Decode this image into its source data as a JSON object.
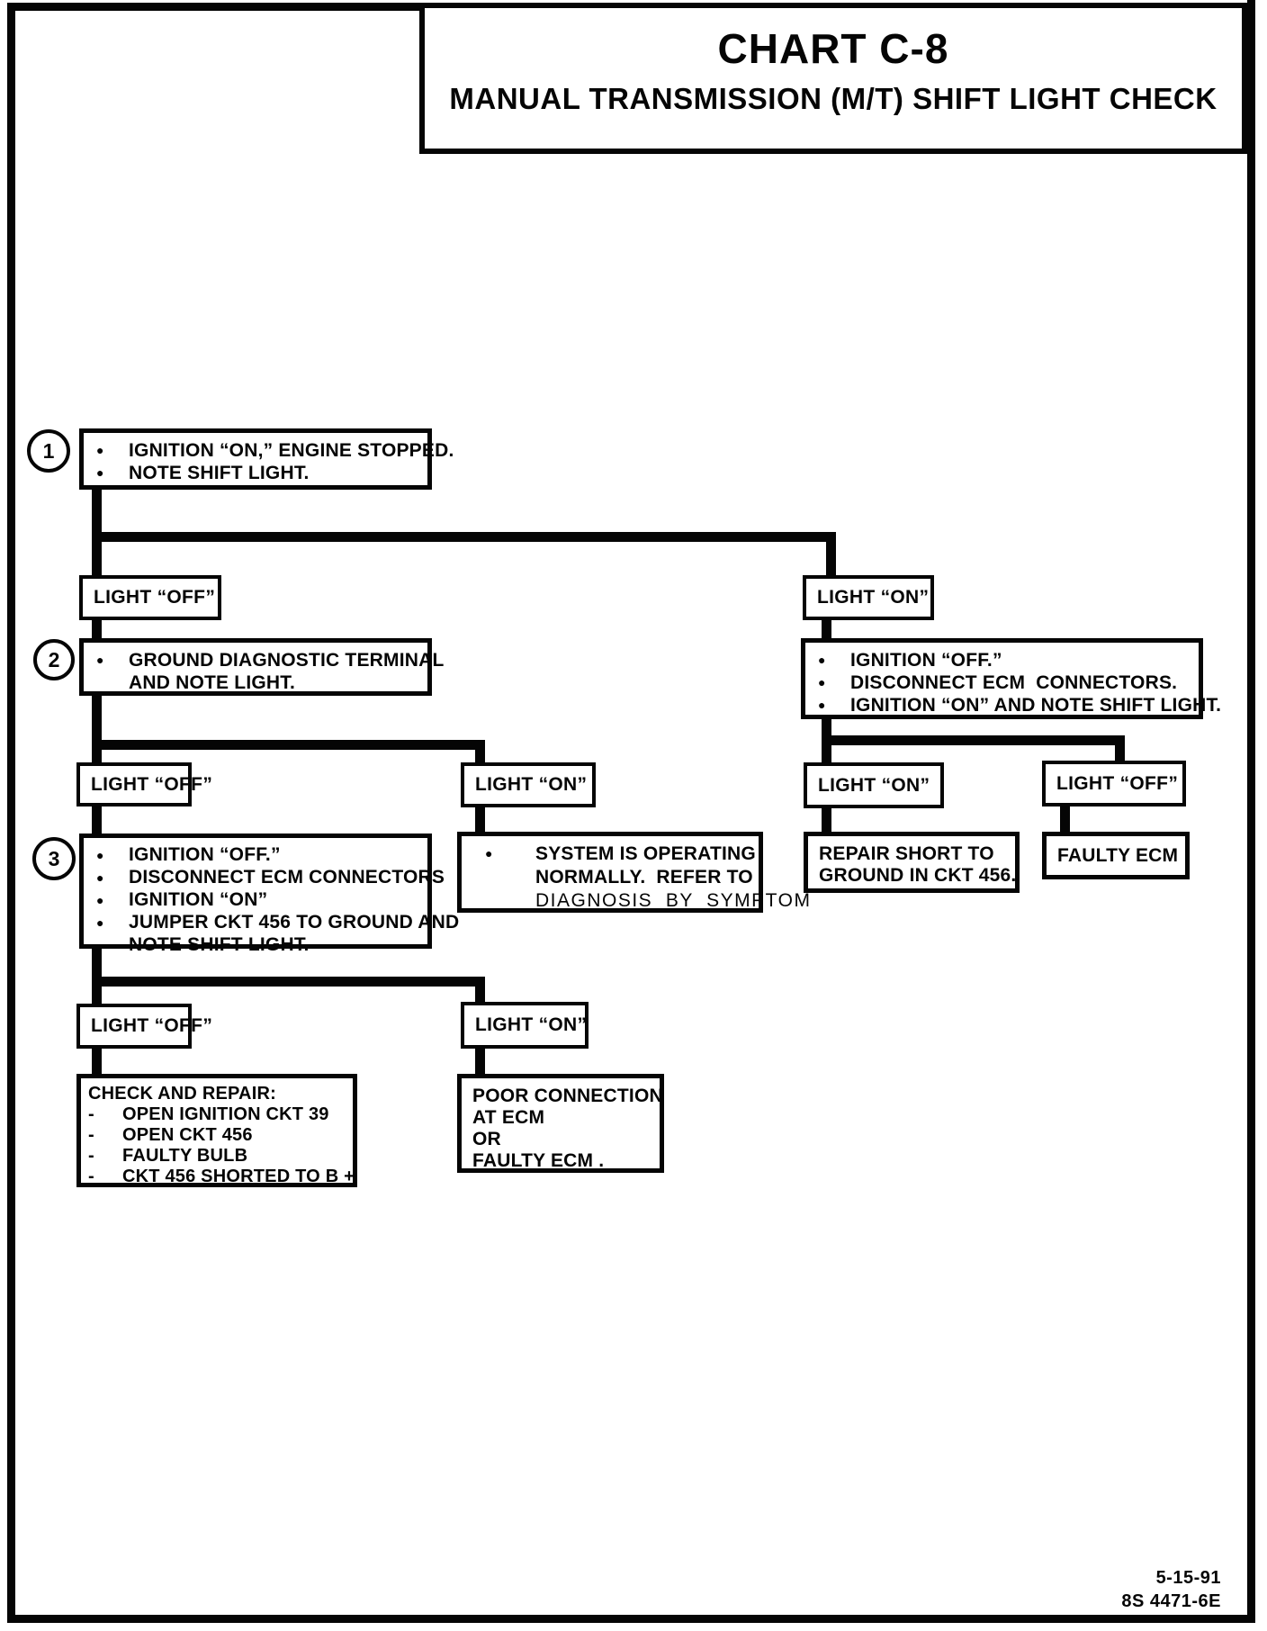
{
  "page": {
    "title": "CHART C-8",
    "subtitle": "MANUAL TRANSMISSION (M/T) SHIFT LIGHT CHECK",
    "footer": {
      "date": "5-15-91",
      "doc_code": "8S 4471-6E"
    },
    "colors": {
      "ink": "#050505",
      "paper": "#ffffff"
    }
  },
  "flow": {
    "step1": {
      "num": "1",
      "rows": [
        {
          "m": "●",
          "t": "IGNITION “ON,” ENGINE STOPPED."
        },
        {
          "m": "●",
          "t": "NOTE SHIFT LIGHT."
        }
      ]
    },
    "b1_off": {
      "label": "LIGHT “OFF”"
    },
    "b1_on": {
      "label": "LIGHT “ON”"
    },
    "step2": {
      "num": "2",
      "rows": [
        {
          "m": "●",
          "t": "GROUND DIAGNOSTIC TERMINAL"
        },
        {
          "m": "",
          "t": "AND NOTE LIGHT."
        }
      ]
    },
    "b2_off": {
      "label": "LIGHT “OFF”"
    },
    "b2_on": {
      "label": "LIGHT “ON”"
    },
    "step3": {
      "num": "3",
      "rows": [
        {
          "m": "●",
          "t": "IGNITION “OFF.”"
        },
        {
          "m": "●",
          "t": "DISCONNECT ECM CONNECTORS"
        },
        {
          "m": "●",
          "t": "IGNITION “ON”"
        },
        {
          "m": "●",
          "t": "JUMPER CKT 456 TO GROUND AND"
        },
        {
          "m": "",
          "t": "NOTE SHIFT LIGHT."
        }
      ]
    },
    "system_normal": {
      "rows": [
        {
          "m": "●",
          "t": "SYSTEM IS OPERATING"
        },
        {
          "m": "",
          "t": "NORMALLY.  REFER TO"
        },
        {
          "m": "",
          "t": "DIAGNOSIS  BY  SYMPTOM",
          "cls": "regular"
        }
      ]
    },
    "b3_off": {
      "label": "LIGHT “OFF”"
    },
    "b3_on": {
      "label": "LIGHT “ON”"
    },
    "check_repair": {
      "rows": [
        {
          "t": "CHECK AND REPAIR:"
        },
        {
          "m": "-",
          "t": "OPEN IGNITION CKT 39"
        },
        {
          "m": "-",
          "t": "OPEN CKT 456"
        },
        {
          "m": "-",
          "t": "FAULTY BULB"
        },
        {
          "m": "-",
          "t": "CKT 456 SHORTED TO B +"
        }
      ]
    },
    "poor_connection": {
      "rows": [
        {
          "t": "POOR CONNECTION"
        },
        {
          "t": "AT ECM"
        },
        {
          "t": "OR"
        },
        {
          "t": "FAULTY ECM ."
        }
      ]
    },
    "ecm_check": {
      "rows": [
        {
          "m": "●",
          "t": "IGNITION “OFF.”"
        },
        {
          "m": "●",
          "t": "DISCONNECT ECM  CONNECTORS."
        },
        {
          "m": "●",
          "t": "IGNITION “ON” AND NOTE SHIFT LIGHT."
        }
      ]
    },
    "r2_on": {
      "label": "LIGHT “ON”"
    },
    "r2_off": {
      "label": "LIGHT “OFF”"
    },
    "repair_short": {
      "rows": [
        {
          "t": "REPAIR SHORT TO"
        },
        {
          "t": "GROUND IN CKT 456."
        }
      ]
    },
    "faulty_ecm": {
      "rows": [
        {
          "t": "FAULTY ECM"
        }
      ]
    }
  }
}
